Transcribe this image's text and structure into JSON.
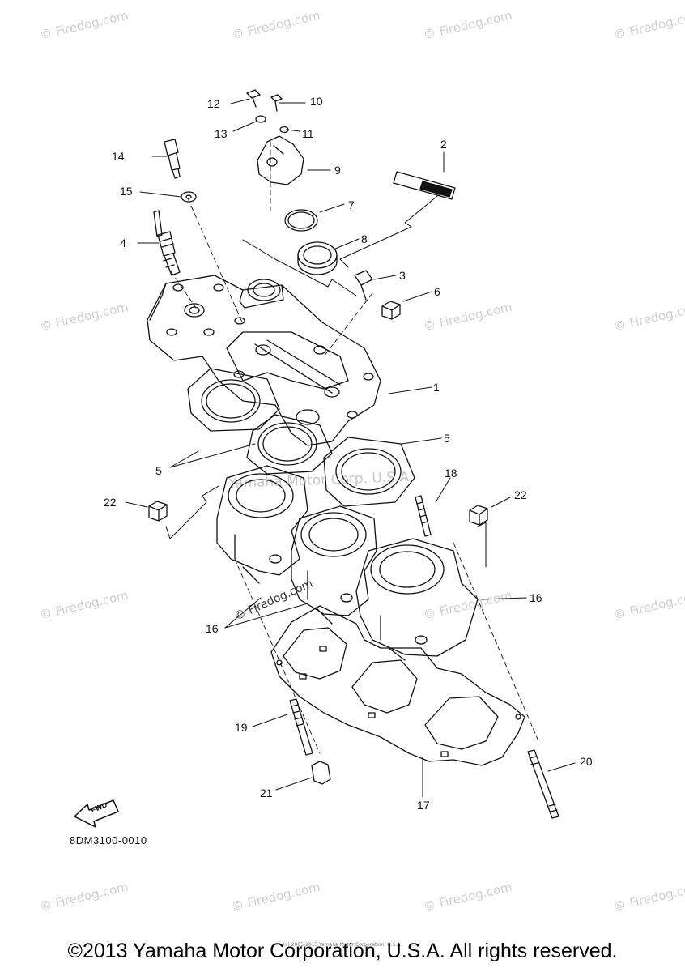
{
  "watermark": {
    "text": "© Firedog.com",
    "center_text": "Yamaha Motor Corp. U.S.A."
  },
  "callouts": {
    "c1": "1",
    "c2": "2",
    "c3": "3",
    "c4": "4",
    "c5a": "5",
    "c5b": "5",
    "c6": "6",
    "c7": "7",
    "c8": "8",
    "c9": "9",
    "c10": "10",
    "c11": "11",
    "c12": "12",
    "c13": "13",
    "c14": "14",
    "c15": "15",
    "c16a": "16",
    "c16b": "16",
    "c17": "17",
    "c18": "18",
    "c19": "19",
    "c20": "20",
    "c21": "21",
    "c22a": "22",
    "c22b": "22"
  },
  "fwd_label": "FWD",
  "diagram_code": "8DM3100-0010",
  "footer": {
    "copyright": "©2013 Yamaha Motor Corporation, U.S.A. All rights reserved.",
    "fine_print": "(c) 2005-2013 Yamaha Motor Corporation, U.S.A."
  }
}
